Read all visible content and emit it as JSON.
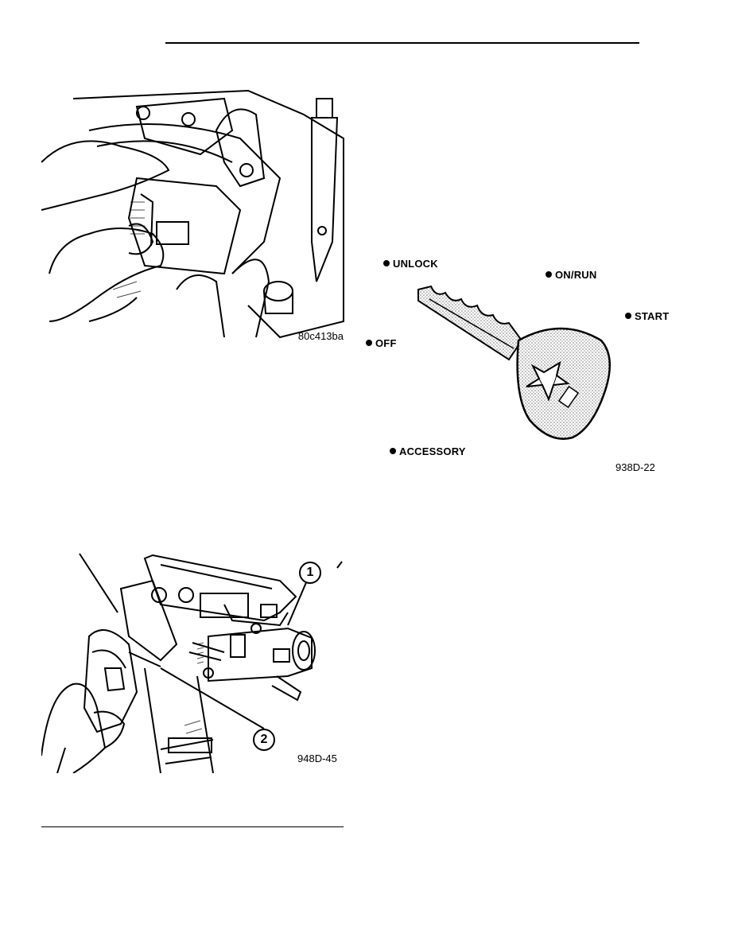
{
  "figure_top": {
    "id_label": "80c413ba"
  },
  "figure_key": {
    "positions": [
      "UNLOCK",
      "ON/RUN",
      "START",
      "OFF",
      "ACCESSORY"
    ],
    "id_label": "938D-22"
  },
  "figure_bottom": {
    "callout_1": "1",
    "callout_2": "2",
    "id_label": "948D-45"
  }
}
